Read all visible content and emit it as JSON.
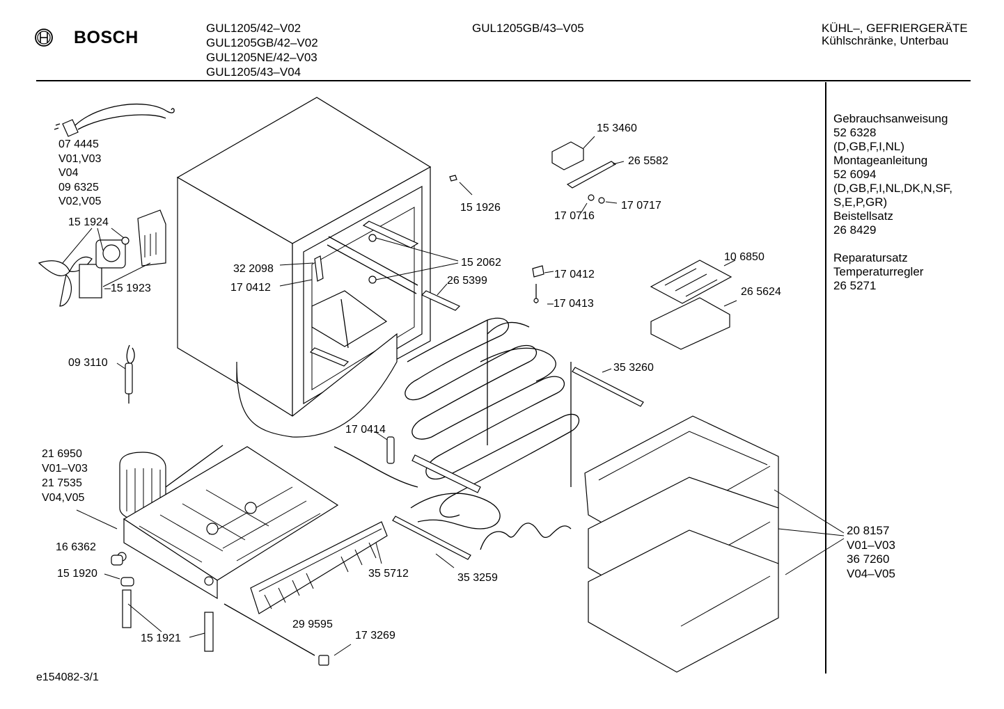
{
  "header": {
    "brand": "BOSCH",
    "models_left": [
      "GUL1205/42–V02",
      "GUL1205GB/42–V02",
      "GUL1205NE/42–V03",
      "GUL1205/43–V04"
    ],
    "model_center": "GUL1205GB/43–V05",
    "category": "KÜHL–, GEFRIERGERÄTE",
    "subcategory": "Kühlschränke, Unterbau"
  },
  "side_info": [
    "Gebrauchsanweisung",
    "52 6328",
    "(D,GB,F,I,NL)",
    "Montageanleitung",
    "52 6094",
    "(D,GB,F,I,NL,DK,N,SF,",
    "S,E,P,GR)",
    "Beistellsatz",
    "26 8429",
    "",
    "Reparatursatz",
    "Temperaturregler",
    "26 5271"
  ],
  "labels": {
    "cord_a": "07 4445",
    "cord_a_var": "V01,V03",
    "cord_v04": "V04",
    "cord_b": "09 6325",
    "cord_b_var": "V02,V05",
    "p151924": "15 1924",
    "p151923": "–15 1923",
    "p153460": "15 3460",
    "p265582": "26 5582",
    "p170716": "17 0716",
    "p170717": "17 0717",
    "p151926": "15 1926",
    "p322098": "32 2098",
    "p170412a": "17 0412",
    "p152062": "15 2062",
    "p265399": "26 5399",
    "p170412b": "17 0412",
    "p170413": "–17 0413",
    "p106850": "10 6850",
    "p265624": "26 5624",
    "p093110": "09 3110",
    "p353260": "35 3260",
    "p170414": "17 0414",
    "comp_a": "21 6950",
    "comp_a_var": "V01–V03",
    "comp_b": "21 7535",
    "comp_b_var": "V04,V05",
    "p166362": "16 6362",
    "p151920": "15 1920",
    "p151921": "15 1921",
    "p355712": "35 5712",
    "p353259": "35 3259",
    "p299595": "29 9595",
    "p173269": "17 3269",
    "drawer_a": "20 8157",
    "drawer_a_var": "V01–V03",
    "drawer_b": "36 7260",
    "drawer_b_var": "V04–V05"
  },
  "footer": {
    "doc_id": "e154082-3/1"
  }
}
